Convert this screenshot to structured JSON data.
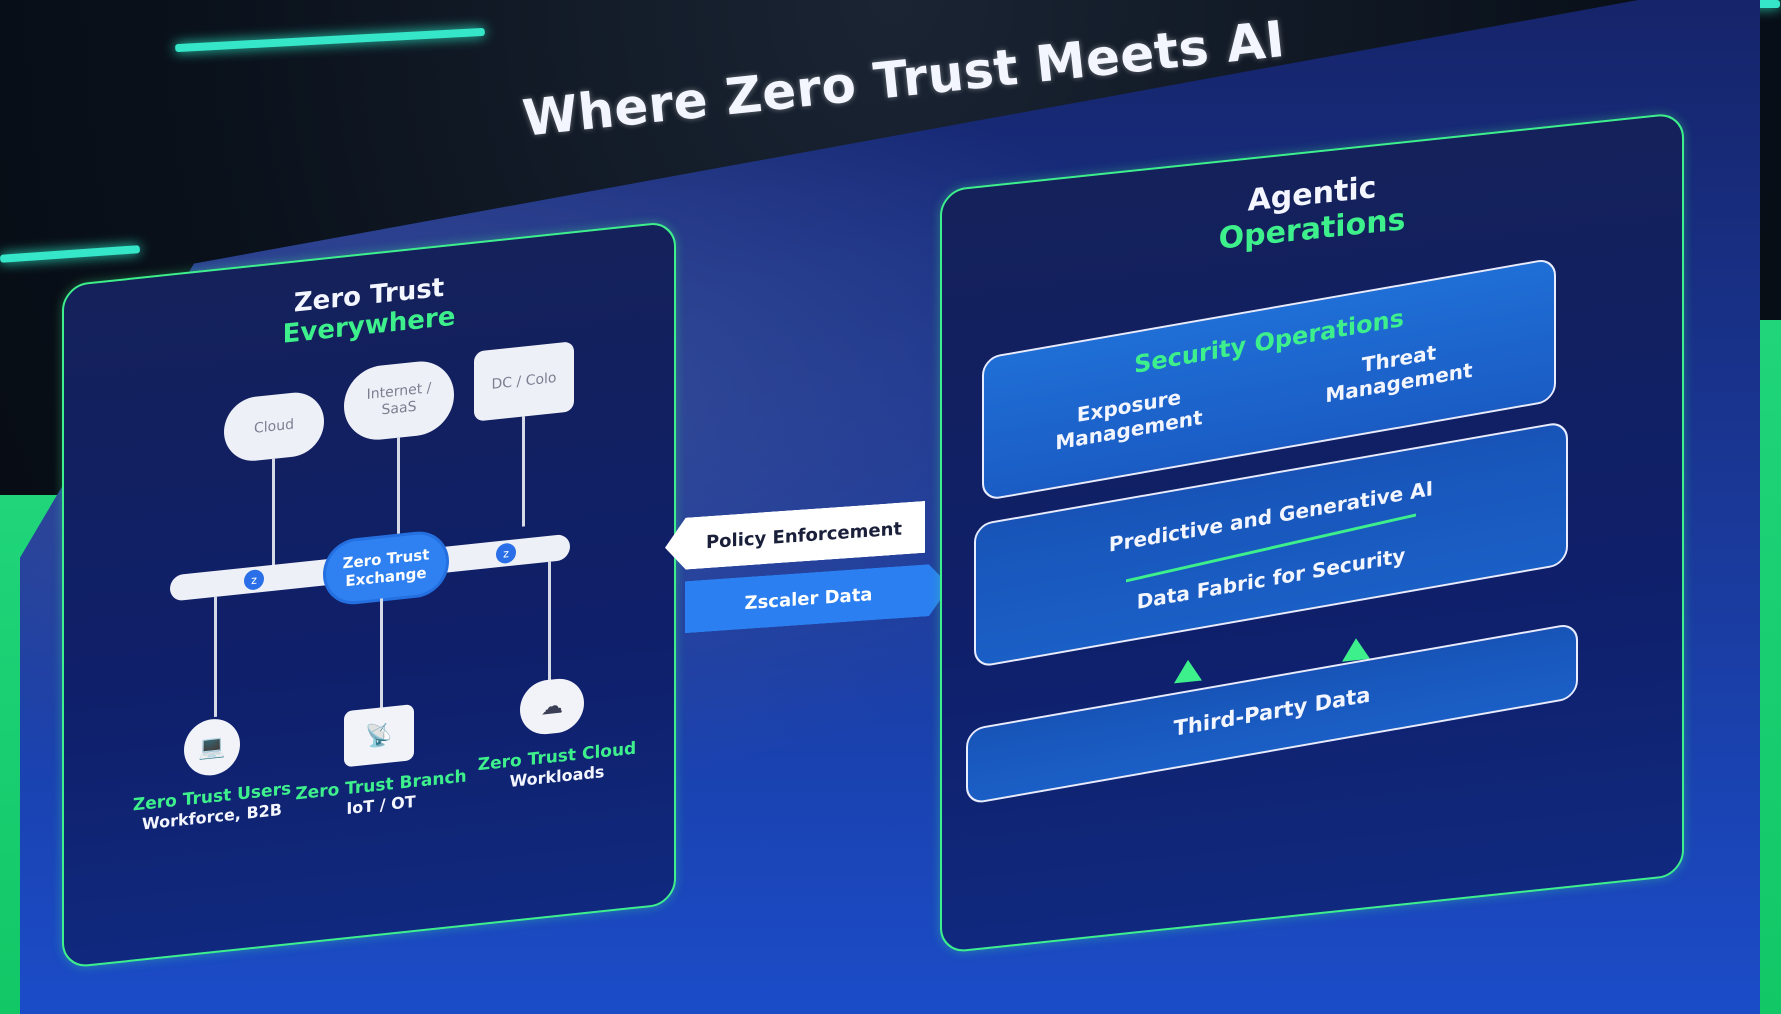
{
  "title": "Where Zero Trust Meets AI",
  "left_panel": {
    "heading_line1": "Zero Trust",
    "heading_line2": "Everywhere",
    "clouds": [
      {
        "label": "Cloud"
      },
      {
        "label": "Internet / SaaS"
      },
      {
        "label": "DC / Colo"
      }
    ],
    "exchange_label": "Zero Trust Exchange",
    "endpoints": [
      {
        "title": "Zero Trust Users",
        "subtitle": "Workforce, B2B"
      },
      {
        "title": "Zero Trust Branch",
        "subtitle": "IoT / OT"
      },
      {
        "title": "Zero Trust Cloud",
        "subtitle": "Workloads"
      }
    ]
  },
  "arrows": {
    "left_label": "Policy Enforcement",
    "right_label": "Zscaler Data"
  },
  "right_panel": {
    "heading_line1": "Agentic",
    "heading_line2": "Operations",
    "security_ops": {
      "title": "Security Operations",
      "item1": "Exposure Management",
      "item2": "Threat Management"
    },
    "ai_box": {
      "top": "Predictive and Generative AI",
      "bottom": "Data Fabric for Security"
    },
    "third_party": "Third-Party Data"
  },
  "colors": {
    "accent_green": "#3ef08c",
    "slide_blue": "#1a3a9c",
    "box_blue": "#1f6fd6"
  }
}
